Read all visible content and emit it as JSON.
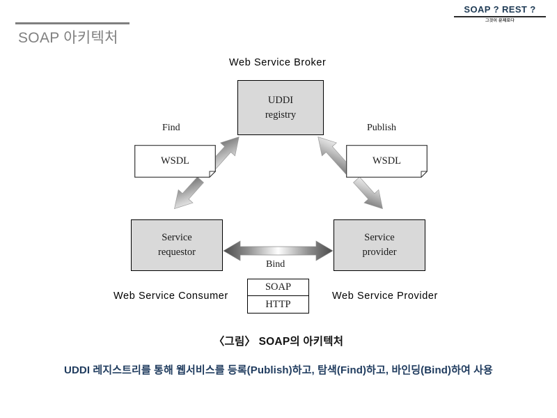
{
  "header": {
    "title": "SOAP 아키텍처",
    "title_color": "#808080",
    "rule_color": "#7f7f7f"
  },
  "brand": {
    "title": "SOAP ? REST ?",
    "subtitle": "그것이 문제로다",
    "title_color": "#1f3b55"
  },
  "diagram": {
    "broker_label": "Web Service Broker",
    "consumer_label": "Web Service Consumer",
    "provider_label": "Web Service Provider",
    "registry": {
      "line1": "UDDI",
      "line2": "registry"
    },
    "requestor": {
      "line1": "Service",
      "line2": "requestor"
    },
    "provider": {
      "line1": "Service",
      "line2": "provider"
    },
    "find_label": "Find",
    "publish_label": "Publish",
    "bind_label": "Bind",
    "wsdl_left": "WSDL",
    "wsdl_right": "WSDL",
    "stack": {
      "top": "SOAP",
      "bottom": "HTTP"
    },
    "box_fill": "#d9d9d9",
    "box_stroke": "#000000",
    "arrow_color": "#6e6e6e"
  },
  "captions": {
    "figure": "〈그림〉 SOAP의 아키텍처",
    "description": "UDDI 레지스트리를 통해 웹서비스를 등록(Publish)하고, 탐색(Find)하고, 바인딩(Bind)하여 사용",
    "description_color": "#1f3b5e"
  }
}
